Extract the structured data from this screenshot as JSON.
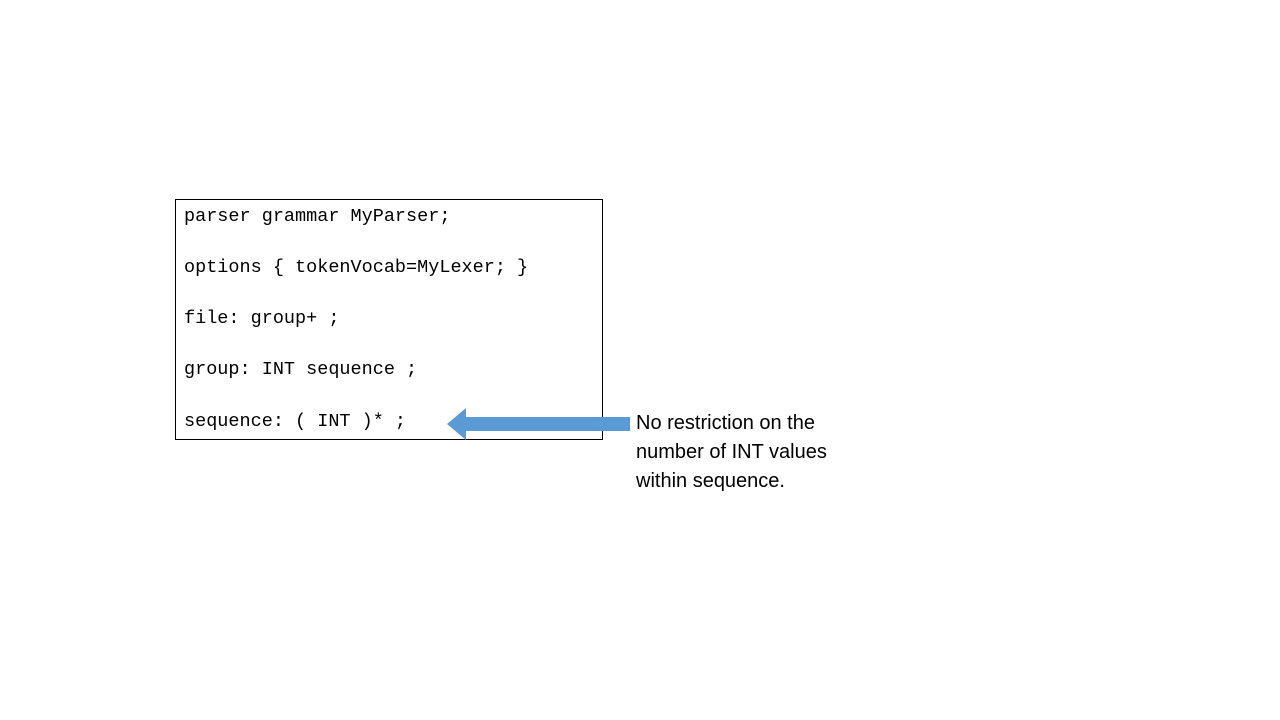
{
  "code_block": {
    "lines": [
      "parser grammar MyParser;",
      "options { tokenVocab=MyLexer; }",
      "file: group+ ;",
      "group: INT sequence ;",
      "sequence: ( INT )* ;"
    ]
  },
  "annotation": {
    "arrow_icon": "left-arrow-icon",
    "arrow_color": "#5B9BD5",
    "text_lines": [
      "No restriction on the",
      "number of INT values",
      "within sequence."
    ]
  }
}
